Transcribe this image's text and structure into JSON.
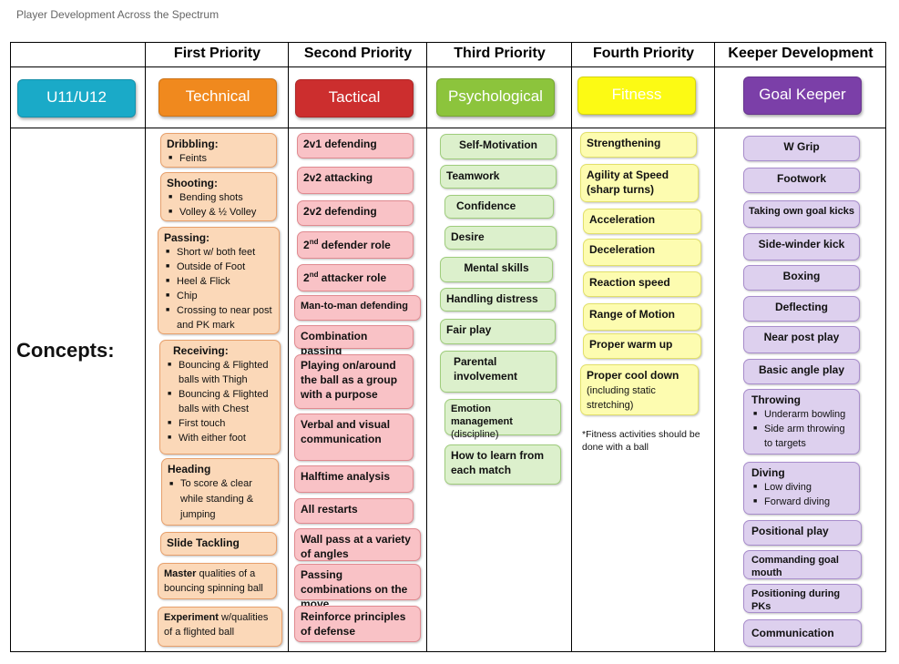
{
  "page_title": "Player Development Across the Spectrum",
  "headers": [
    "First Priority",
    "Second Priority",
    "Third Priority",
    "Fourth Priority",
    "Keeper Development"
  ],
  "pills": {
    "age": "U11/U12",
    "technical": "Technical",
    "tactical": "Tactical",
    "psychological": "Psychological",
    "fitness": "Fitness",
    "goalkeeper": "Goal Keeper"
  },
  "colors": {
    "age": "#1aaac8",
    "technical": "#f0891e",
    "tactical": "#cc2e2e",
    "psychological": "#8cc43c",
    "fitness": "#fcfa14",
    "goalkeeper": "#7b3fa8"
  },
  "concepts_label": "Concepts:",
  "technical": [
    {
      "title": "Dribbling:",
      "items": [
        "Feints"
      ]
    },
    {
      "title": "Shooting:",
      "items": [
        "Bending shots",
        "Volley & ½ Volley"
      ]
    },
    {
      "title": "Passing:",
      "items": [
        "Short w/ both feet",
        "Outside of Foot",
        "Heel & Flick",
        "Chip",
        "Crossing to near post and PK mark"
      ]
    },
    {
      "title": "Receiving:",
      "items": [
        "Bouncing & Flighted balls with Thigh",
        "Bouncing & Flighted balls with Chest",
        "First touch",
        "With either foot"
      ]
    },
    {
      "title": "Heading",
      "items": [
        "To score & clear while standing & jumping"
      ]
    },
    {
      "title": "Slide Tackling",
      "items": []
    },
    {
      "title": "Master",
      "rest": " qualities of a bouncing spinning ball"
    },
    {
      "title": "Experiment",
      "rest": " w/qualities of a flighted ball"
    }
  ],
  "tactical": [
    {
      "text": "2v1 defending"
    },
    {
      "text": "2v2 attacking"
    },
    {
      "text": "2v2 defending"
    },
    {
      "pre": "2",
      "sup": "nd",
      "text": " defender role"
    },
    {
      "pre": "2",
      "sup": "nd",
      "text": " attacker role"
    },
    {
      "text": "Man-to-man defending"
    },
    {
      "text": "Combination passing"
    },
    {
      "text": "Playing on/around the ball as a group with a purpose"
    },
    {
      "text": "Verbal and visual communication"
    },
    {
      "text": "Halftime analysis"
    },
    {
      "text": "All restarts"
    },
    {
      "text": "Wall pass at a variety of angles"
    },
    {
      "text": "Passing combinations on the move"
    },
    {
      "text": "Reinforce principles of defense"
    }
  ],
  "psychological": [
    {
      "text": "Self-Motivation"
    },
    {
      "text": "Teamwork"
    },
    {
      "text": "Confidence"
    },
    {
      "text": "Desire"
    },
    {
      "text": "Mental skills"
    },
    {
      "text": "Handling distress"
    },
    {
      "text": "Fair play"
    },
    {
      "text": "Parental involvement"
    },
    {
      "text": "Emotion management",
      "paren": "(discipline)"
    },
    {
      "text": "How to learn from each match"
    }
  ],
  "fitness": [
    {
      "text": "Strengthening"
    },
    {
      "text": "Agility at Speed (sharp turns)"
    },
    {
      "text": "Acceleration"
    },
    {
      "text": "Deceleration"
    },
    {
      "text": "Reaction speed"
    },
    {
      "text": "Range of Motion"
    },
    {
      "text": "Proper warm up"
    },
    {
      "text": "Proper cool down",
      "paren": "(including static stretching)"
    }
  ],
  "fitness_note": "*Fitness activities should be done with a ball",
  "goalkeeper": [
    {
      "text": "W Grip"
    },
    {
      "text": "Footwork"
    },
    {
      "text": "Taking own goal kicks"
    },
    {
      "text": "Side-winder kick"
    },
    {
      "text": "Boxing"
    },
    {
      "text": "Deflecting"
    },
    {
      "text": "Near post play"
    },
    {
      "text": "Basic angle play"
    },
    {
      "text": "Throwing",
      "items": [
        "Underarm bowling",
        "Side arm throwing to targets"
      ]
    },
    {
      "text": "Diving",
      "items": [
        "Low diving",
        "Forward diving"
      ]
    },
    {
      "text": "Positional play"
    },
    {
      "text": "Commanding goal mouth"
    },
    {
      "text": "Positioning during PKs"
    },
    {
      "text": "Communication"
    }
  ]
}
